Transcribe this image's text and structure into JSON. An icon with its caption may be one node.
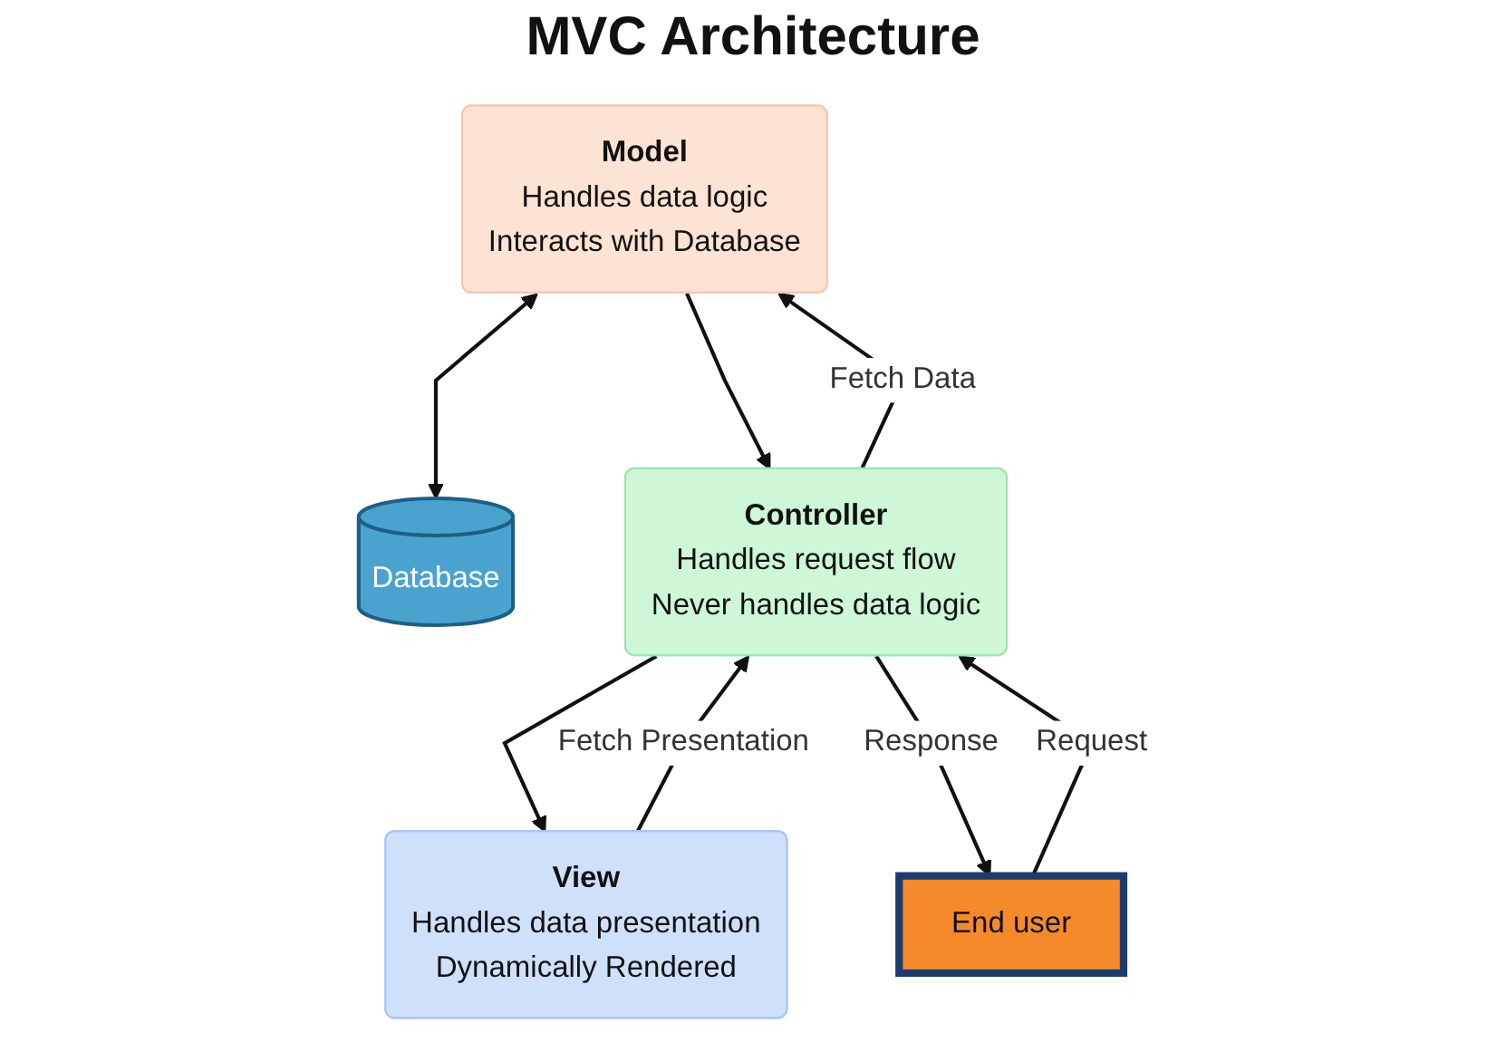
{
  "diagram": {
    "title": "MVC Architecture",
    "nodes": [
      {
        "text": [
          "Model",
          "Handles data logic",
          "Interacts with Database"
        ]
      },
      {
        "text": [
          "Database"
        ]
      },
      {
        "text": [
          "View",
          "Handles data presentation",
          "Dynamically Rendered"
        ]
      },
      {
        "text": [
          "Controller",
          "Handles request flow",
          "Never handles data logic"
        ]
      },
      {
        "text": [
          "End user"
        ]
      }
    ],
    "edges": [
      {
        "from": 0,
        "to": 1,
        "arrow": "both"
      },
      {
        "from": 0,
        "to": 3,
        "arrow": "to"
      },
      {
        "from": 3,
        "to": 0,
        "arrow": "to",
        "label": "Fetch Data"
      },
      {
        "from": 3,
        "to": 2,
        "arrow": "to"
      },
      {
        "from": 2,
        "to": 3,
        "arrow": "to",
        "label": "Fetch Presentation"
      },
      {
        "from": 4,
        "to": 3,
        "arrow": "to",
        "label": "Request"
      },
      {
        "from": 3,
        "to": 4,
        "arrow": "to",
        "label": "Response"
      }
    ]
  }
}
